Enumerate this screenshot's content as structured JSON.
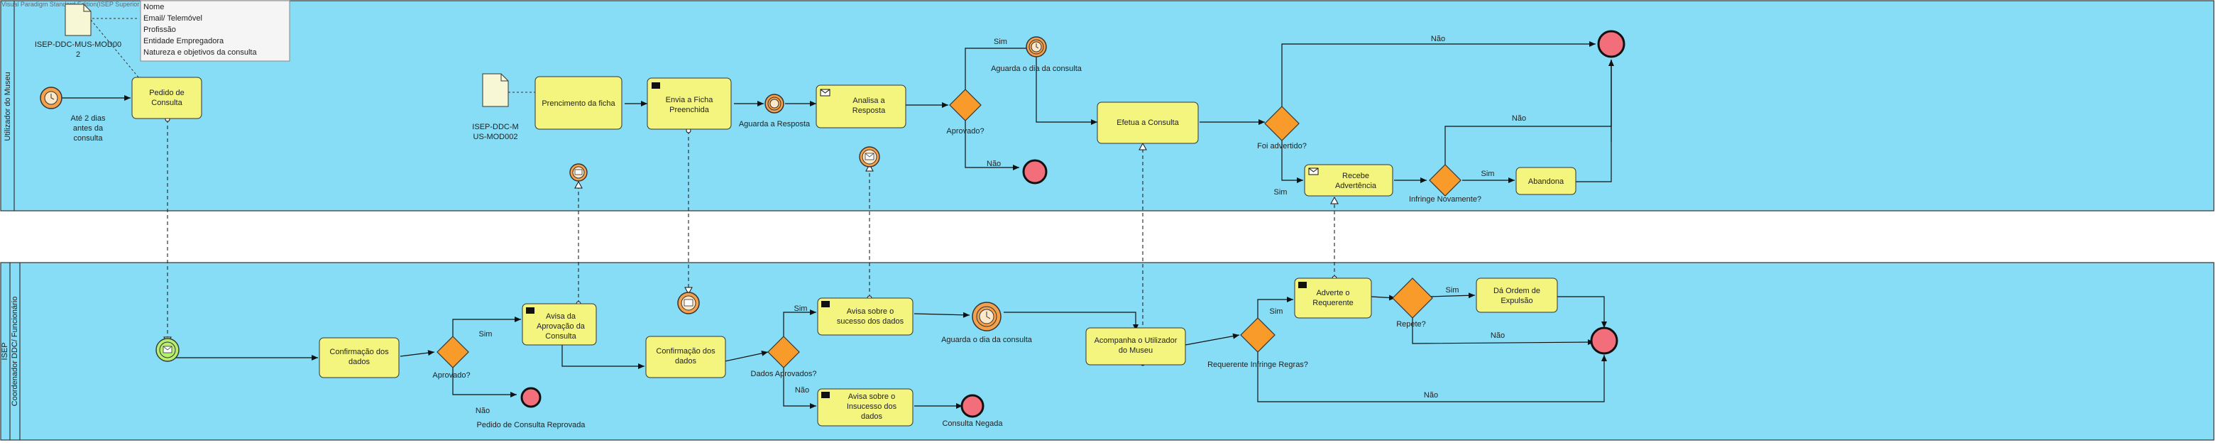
{
  "watermark": "Visual Paradigm Standard Edition(ISEP Superior de Engenharia do Porto)",
  "colors": {
    "pool": "#87DDF5",
    "task": "#F4F57E",
    "gateway": "#F99B2B",
    "end": "#F26E7B",
    "start_msg": "#B6EE6F",
    "event": "#F5A04B"
  },
  "pools": [
    {
      "id": "p1",
      "label": "Utilizador do Museu"
    },
    {
      "id": "p2",
      "label": "ISEP",
      "lane": "Coordenador DDC/ Funcionário"
    }
  ],
  "data_fields": [
    "Nome",
    "Email/ Telemóvel",
    "Profissão",
    "Entidade Empregadora",
    "Natureza e objetivos da consulta"
  ],
  "data_objects": [
    {
      "id": "do1",
      "label_lines": [
        "ISEP-DDC-MUS-MOD00",
        "2"
      ]
    },
    {
      "id": "do2",
      "label_lines": [
        "ISEP-DDC-M",
        "US-MOD002"
      ]
    }
  ],
  "tasks": [
    {
      "id": "t_pedido",
      "lines": [
        "Pedido de",
        "Consulta"
      ]
    },
    {
      "id": "t_preench",
      "lines": [
        "Prencimento da ficha"
      ]
    },
    {
      "id": "t_envia",
      "lines": [
        "Envia a Ficha",
        "Preenchida"
      ],
      "icon": "send"
    },
    {
      "id": "t_analisa",
      "lines": [
        "Analisa a",
        "Resposta"
      ],
      "icon": "receive"
    },
    {
      "id": "t_efetua",
      "lines": [
        "Efetua a Consulta"
      ]
    },
    {
      "id": "t_recebe",
      "lines": [
        "Recebe",
        "Advertência"
      ],
      "icon": "receive"
    },
    {
      "id": "t_abandona",
      "lines": [
        "Abandona"
      ]
    },
    {
      "id": "t_conf1",
      "lines": [
        "Confirmação dos",
        "dados"
      ]
    },
    {
      "id": "t_avisa_aprov",
      "lines": [
        "Avisa da",
        "Aprovação da",
        "Consulta"
      ],
      "icon": "send"
    },
    {
      "id": "t_conf2",
      "lines": [
        "Confirmação dos",
        "dados"
      ]
    },
    {
      "id": "t_avisa_suc",
      "lines": [
        "Avisa sobre o",
        "sucesso dos dados"
      ],
      "icon": "send"
    },
    {
      "id": "t_avisa_ins",
      "lines": [
        "Avisa sobre o",
        "Insucesso dos",
        "dados"
      ],
      "icon": "send"
    },
    {
      "id": "t_acomp",
      "lines": [
        "Acompanha o Utilizador",
        "do Museu"
      ]
    },
    {
      "id": "t_adverte",
      "lines": [
        "Adverte o",
        "Requerente"
      ],
      "icon": "send"
    },
    {
      "id": "t_ordem",
      "lines": [
        "Dá Ordem de",
        "Expulsão"
      ]
    }
  ],
  "events": [
    {
      "id": "e_start_timer",
      "kind": "timer-start"
    },
    {
      "id": "e_wait_resp",
      "kind": "timer-inter"
    },
    {
      "id": "e_wait_day",
      "kind": "timer-inter"
    },
    {
      "id": "e_msg_catch1",
      "kind": "msg-inter"
    },
    {
      "id": "e_msg_catch2",
      "kind": "msg-inter"
    },
    {
      "id": "e_end_nao",
      "kind": "end"
    },
    {
      "id": "e_end_top",
      "kind": "end"
    },
    {
      "id": "e_start_msg",
      "kind": "msg-start"
    },
    {
      "id": "e_msg_catch3",
      "kind": "msg-inter"
    },
    {
      "id": "e_timer_isep",
      "kind": "timer-inter"
    },
    {
      "id": "e_end_rep",
      "kind": "end"
    },
    {
      "id": "e_end_neg",
      "kind": "end"
    },
    {
      "id": "e_end_isep",
      "kind": "end"
    }
  ],
  "gateways": [
    {
      "id": "g_aprov_top"
    },
    {
      "id": "g_foi_adv"
    },
    {
      "id": "g_infringe"
    },
    {
      "id": "g_aprov_isep"
    },
    {
      "id": "g_dados_aprov"
    },
    {
      "id": "g_req_inf"
    },
    {
      "id": "g_repete"
    }
  ],
  "labels": {
    "ate_2_dias": [
      "Até 2 dias",
      "antes da",
      "consulta"
    ],
    "aguarda_resposta": "Aguarda a Resposta",
    "aprovado_top": "Aprovado?",
    "aguarda_dia_top": "Aguarda o dia da consulta",
    "foi_advertido": "Foi advertido?",
    "infringe_novamente": "Infringe Novamente?",
    "aprovado_isep": "Aprovado?",
    "pedido_reprovada": "Pedido de Consulta Reprovada",
    "dados_aprovados": "Dados Aprovados?",
    "aguarda_dia_isep": "Aguarda o dia da consulta",
    "consulta_negada": "Consulta Negada",
    "requerente_infringe": "Requerente Infringe Regras?",
    "repete": "Repete?",
    "sim": "Sim",
    "nao": "Não"
  }
}
